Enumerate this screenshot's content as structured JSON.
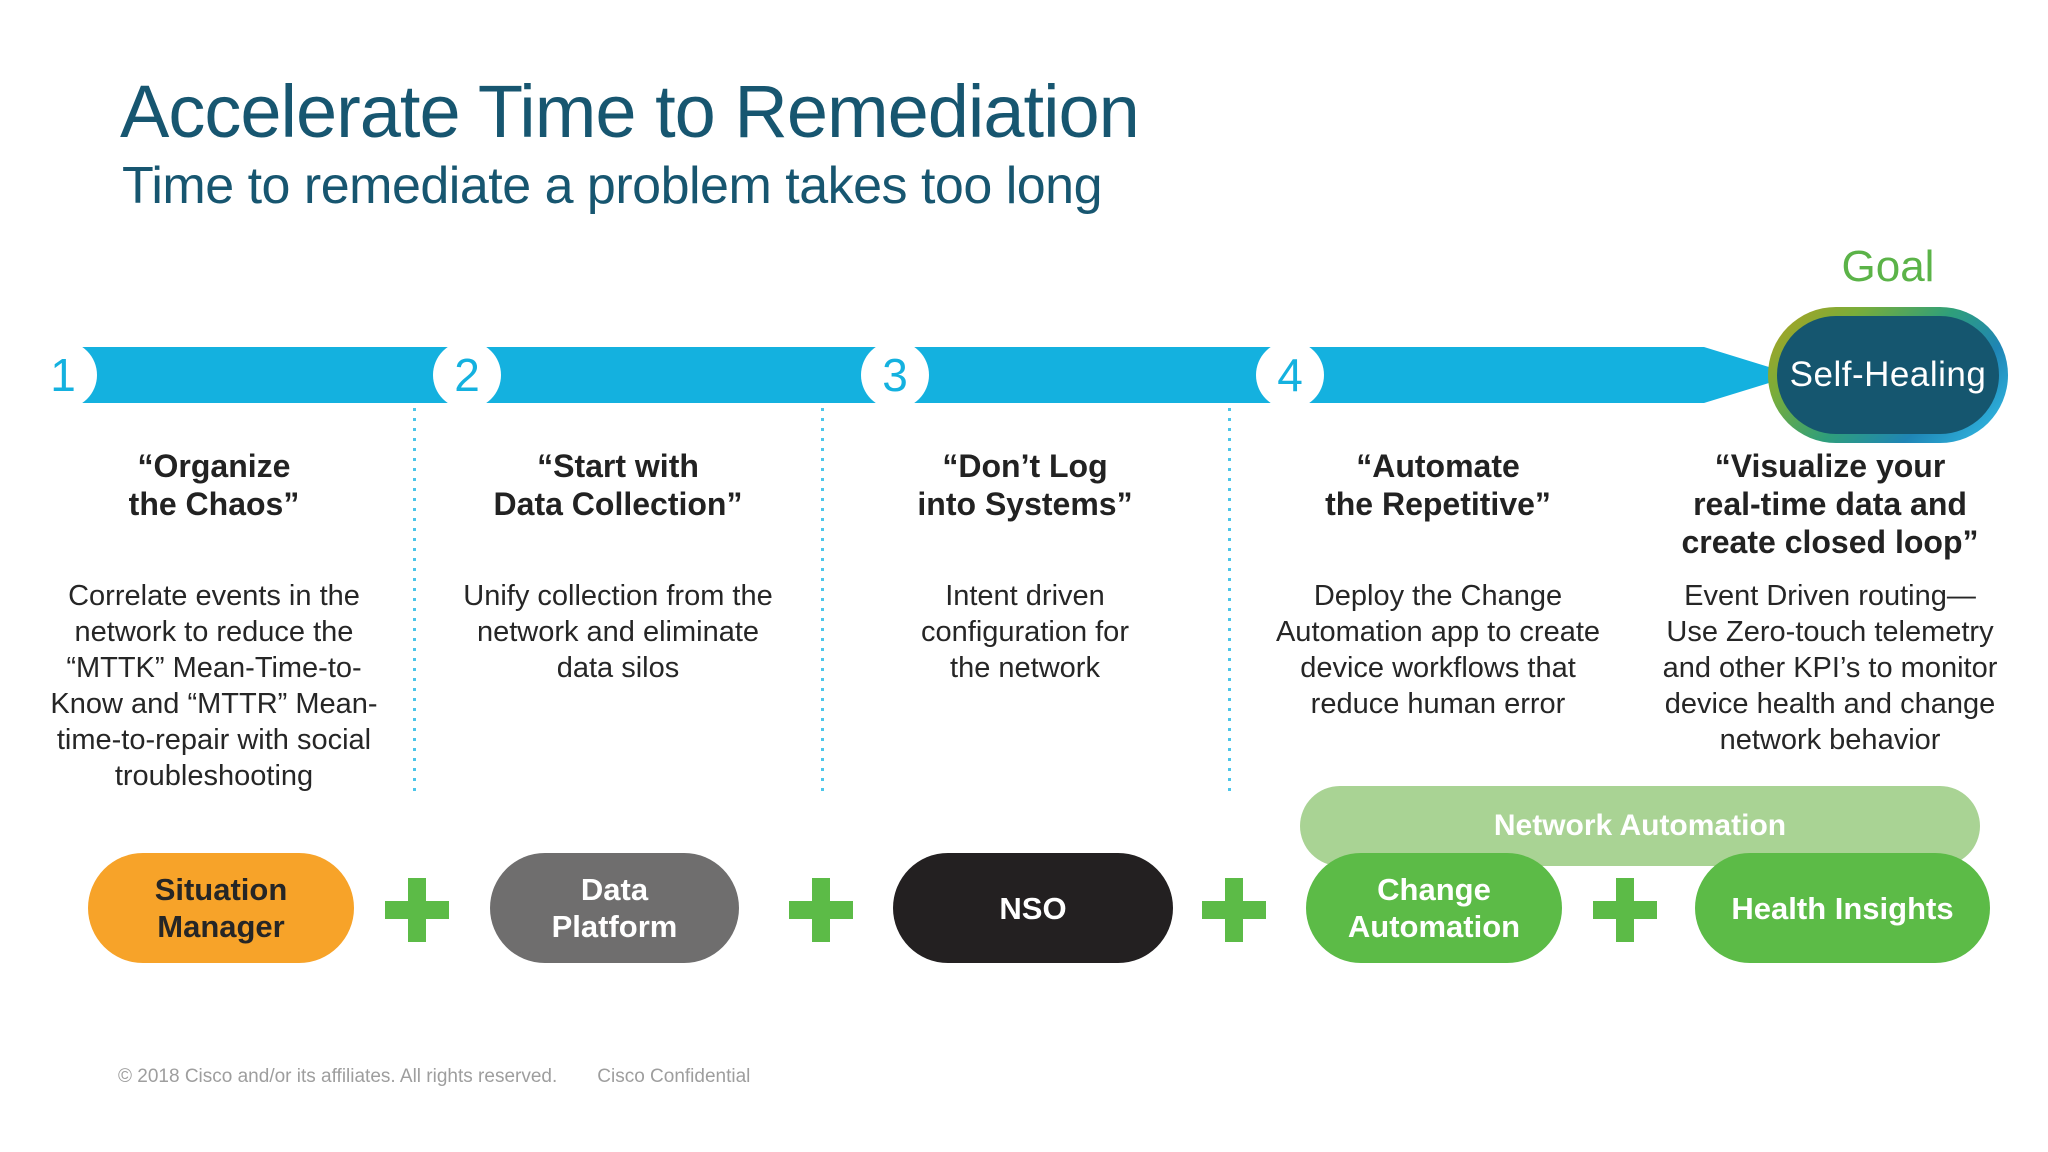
{
  "slide": {
    "title": "Accelerate Time to Remediation",
    "subtitle": "Time to remediate a problem takes too long",
    "goal": {
      "label": "Goal",
      "pill_text": "Self-Healing"
    }
  },
  "timeline": {
    "steps": [
      {
        "number": "1",
        "heading": "“Organize\nthe Chaos”",
        "body": "Correlate events in the\nnetwork to reduce the\n“MTTK” Mean-Time-to-\nKnow and “MTTR” Mean-\ntime-to-repair with social\ntroubleshooting"
      },
      {
        "number": "2",
        "heading": "“Start with\nData Collection”",
        "body": "Unify collection from the\nnetwork and eliminate\ndata silos"
      },
      {
        "number": "3",
        "heading": "“Don’t Log\ninto Systems”",
        "body": "Intent driven\nconfiguration for\nthe network"
      },
      {
        "number": "4",
        "heading": "“Automate\nthe Repetitive”",
        "body": "Deploy the Change\nAutomation app to create\ndevice workflows that\nreduce human error"
      },
      {
        "number": "",
        "heading": "“Visualize your\nreal-time data and\ncreate closed loop”",
        "body": "Event Driven routing—\nUse Zero-touch telemetry\nand other KPI’s to monitor\ndevice health and change\nnetwork behavior"
      }
    ]
  },
  "products": {
    "banner_label": "Network Automation",
    "connector_icon": "plus-icon",
    "connector_color": "#5CBB47",
    "pills": [
      {
        "label": "Situation\nManager",
        "color": "#F7A329",
        "text_color": "#262626"
      },
      {
        "label": "Data\nPlatform",
        "color": "#6F6E6E",
        "text_color": "#FFFFFF"
      },
      {
        "label": "NSO",
        "color": "#232021",
        "text_color": "#FFFFFF"
      },
      {
        "label": "Change\nAutomation",
        "color": "#5CBB47",
        "text_color": "#FFFFFF"
      },
      {
        "label": "Health Insights",
        "color": "#5CBB47",
        "text_color": "#FFFFFF"
      }
    ]
  },
  "footer": {
    "copyright": "© 2018  Cisco and/or its affiliates. All rights reserved.",
    "confidential": "Cisco Confidential"
  },
  "colors": {
    "title_text": "#175670",
    "timeline_bar": "#14B1DF",
    "step_number": "#14B1DF",
    "divider_dots": "#4DC6EA",
    "goal_label": "#5BB348",
    "goal_pill_fill": "#15566F",
    "goal_ring_gradient_start": "#B1A01F",
    "goal_ring_gradient_end": "#35C3EC",
    "banner_fill": "#A9D394",
    "plus_green": "#5CBB47",
    "body_text": "#262626",
    "footer_text": "#9E9E9E"
  }
}
